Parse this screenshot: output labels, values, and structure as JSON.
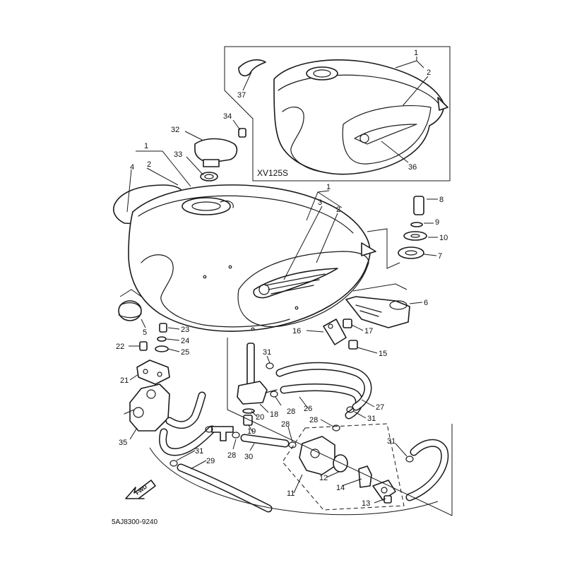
{
  "diagram": {
    "inset_title": "XV125S",
    "code": "5AJ8300-9240",
    "fwd_label": "FWD",
    "callouts": [
      "1",
      "2",
      "3",
      "4",
      "5",
      "6",
      "7",
      "8",
      "9",
      "10",
      "11",
      "12",
      "13",
      "14",
      "15",
      "16",
      "17",
      "18",
      "19",
      "20",
      "21",
      "22",
      "23",
      "24",
      "25",
      "26",
      "27",
      "28",
      "29",
      "30",
      "31",
      "32",
      "33",
      "34",
      "35",
      "36",
      "37"
    ]
  }
}
